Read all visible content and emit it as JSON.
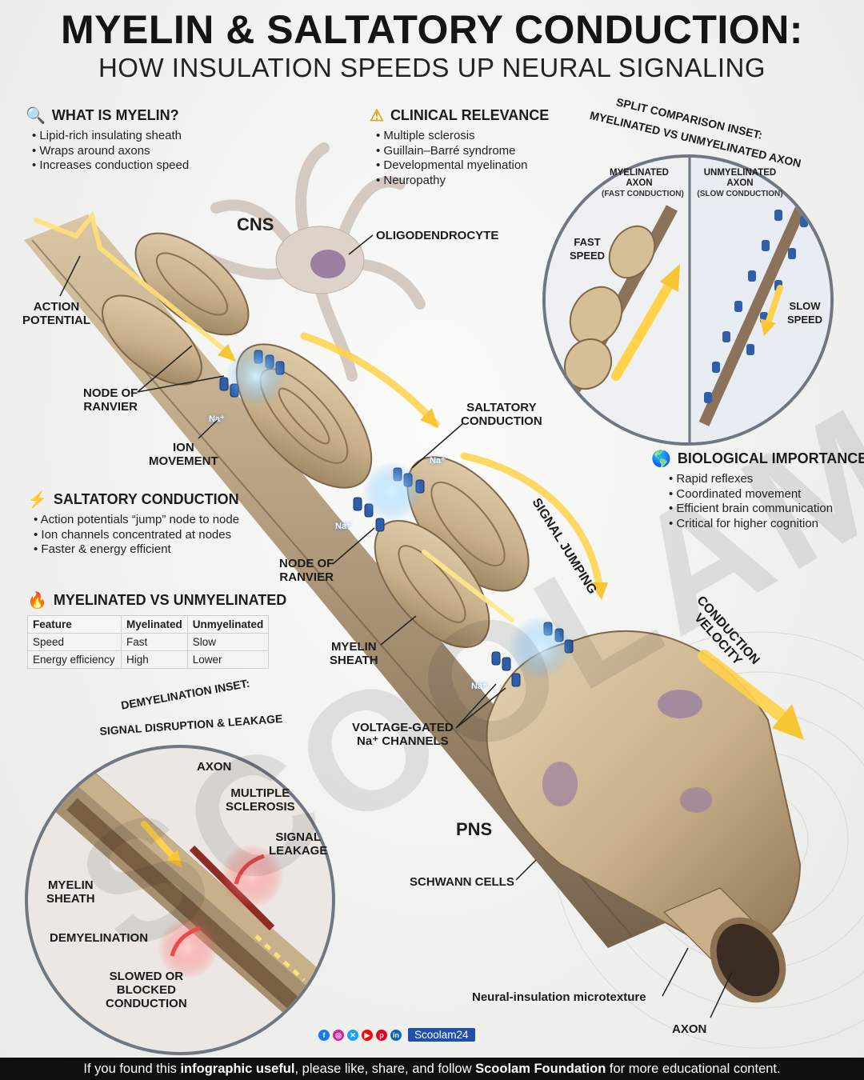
{
  "header": {
    "title": "MYELIN & SALTATORY CONDUCTION:",
    "subtitle": "HOW INSULATION SPEEDS UP NEURAL SIGNALING"
  },
  "sections": {
    "what_is_myelin": {
      "icon": "magnifier-icon",
      "heading": "WHAT IS MYELIN?",
      "bullets": [
        "Lipid-rich insulating sheath",
        "Wraps around axons",
        "Increases conduction speed"
      ]
    },
    "clinical_relevance": {
      "icon": "warning-icon",
      "heading": "CLINICAL RELEVANCE",
      "bullets": [
        "Multiple sclerosis",
        "Guillain–Barré syndrome",
        "Developmental myelination",
        "Neuropathy"
      ]
    },
    "saltatory_conduction": {
      "icon": "lightning-icon",
      "heading": "SALTATORY CONDUCTION",
      "bullets": [
        "Action potentials “jump” node to node",
        "Ion channels concentrated at nodes",
        "Faster & energy efficient"
      ]
    },
    "biological_importance": {
      "icon": "globe-icon",
      "heading": "BIOLOGICAL IMPORTANCE",
      "bullets": [
        "Rapid reflexes",
        "Coordinated movement",
        "Efficient brain communication",
        "Critical for higher cognition"
      ]
    },
    "comparison": {
      "icon": "fire-icon",
      "heading": "MYELINATED VS UNMYELINATED",
      "columns": [
        "Feature",
        "Myelinated",
        "Unmyelinated"
      ],
      "rows": [
        [
          "Speed",
          "Fast",
          "Slow"
        ],
        [
          "Energy efficiency",
          "High",
          "Lower"
        ]
      ]
    }
  },
  "labels": {
    "cns": "CNS",
    "pns": "PNS",
    "oligodendrocyte": "OLIGODENDROCYTE",
    "action_potential": [
      "ACTION",
      "POTENTIAL"
    ],
    "node_ranvier_1": [
      "NODE OF",
      "RANVIER"
    ],
    "node_ranvier_2": [
      "NODE OF",
      "RANVIER"
    ],
    "ion_movement": [
      "ION",
      "MOVEMENT"
    ],
    "saltatory": [
      "SALTATORY",
      "CONDUCTION"
    ],
    "signal_jumping": "SIGNAL JUMPING",
    "conduction_velocity": [
      "CONDUCTION",
      "VELOCITY"
    ],
    "myelin_sheath": [
      "MYELIN",
      "SHEATH"
    ],
    "voltage_gated": [
      "VOLTAGE-GATED",
      "Na⁺ CHANNELS"
    ],
    "schwann": "SCHWANN CELLS",
    "microtexture": "Neural-insulation microtexture",
    "axon": "AXON",
    "na1": "Na⁺",
    "na2": "Na⁺",
    "na3": "Na⁺",
    "na4": "Na⁺"
  },
  "split_inset": {
    "title_1": "SPLIT COMPARISON INSET:",
    "title_2": "MYELINATED VS UNMYELINATED AXON",
    "left_head": [
      "MYELINATED",
      "AXON"
    ],
    "left_sub": "(FAST CONDUCTION)",
    "right_head": [
      "UNMYELINATED",
      "AXON"
    ],
    "right_sub": "(SLOW CONDUCTION)",
    "fast": [
      "FAST",
      "SPEED"
    ],
    "slow": [
      "SLOW",
      "SPEED"
    ]
  },
  "demyelination_inset": {
    "title_1": "DEMYELINATION INSET:",
    "title_2": "SIGNAL DISRUPTION & LEAKAGE",
    "axon": "AXON",
    "ms": [
      "MULTIPLE",
      "SCLEROSIS"
    ],
    "leakage": [
      "SIGNAL",
      "LEAKAGE"
    ],
    "sheath": [
      "MYELIN",
      "SHEATH"
    ],
    "demyelination": "DEMYELINATION",
    "slowed": [
      "SLOWED OR",
      "BLOCKED",
      "CONDUCTION"
    ]
  },
  "watermark": "SCOOLAM",
  "social": {
    "handle": "Scoolam24"
  },
  "footer": {
    "p1": "If you found this ",
    "b1": "infographic useful",
    "p2": ", please like, share, and follow ",
    "b2": "Scoolam Foundation",
    "p3": " for more educational content."
  },
  "colors": {
    "sheath": "#c9b08a",
    "axon": "#a99172",
    "signal": "#ffd24a",
    "channel": "#2f5fa8",
    "leak": "#e94b4b"
  }
}
